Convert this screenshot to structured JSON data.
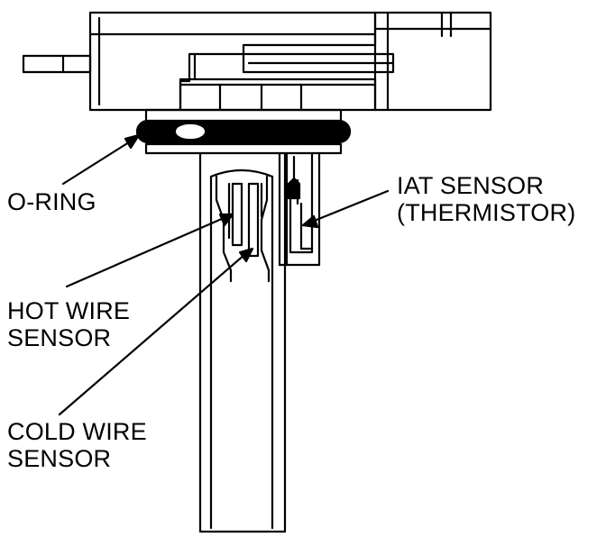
{
  "labels": {
    "o_ring": "O-RING",
    "iat_line1": "IAT SENSOR",
    "iat_line2": "(THERMISTOR)",
    "hot_line1": "HOT WIRE",
    "hot_line2": "SENSOR",
    "cold_line1": "COLD WIRE",
    "cold_line2": "SENSOR"
  },
  "colors": {
    "ink": "#000000",
    "paper": "#ffffff"
  }
}
